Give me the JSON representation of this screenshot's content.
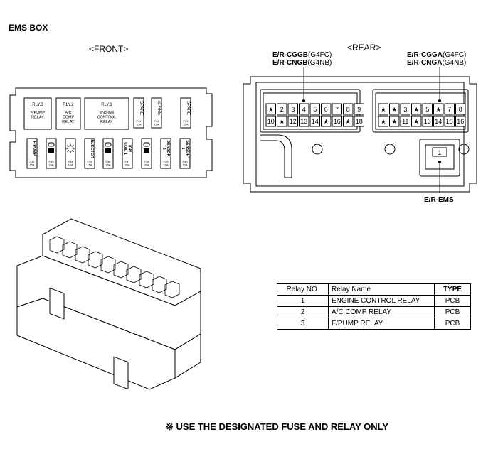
{
  "title": "EMS BOX",
  "front_label": "<FRONT>",
  "rear_label": "<REAR>",
  "front": {
    "relays": [
      {
        "id": "RLY.3",
        "name": "F/PUMP\nRELAY"
      },
      {
        "id": "RLY.2",
        "name": "A/C\nCOMP\nRELAY"
      },
      {
        "id": "RLY.1",
        "name": "ENGINE\nCONTROL\nRELAY"
      }
    ],
    "top_fuses": [
      {
        "name": "SPARE",
        "code": "F41\n10A"
      },
      {
        "name": "SPARE",
        "code": "F42\n15A"
      },
      {
        "name": "SPARE",
        "code": "F43\n20A"
      }
    ],
    "bottom_fuses": [
      {
        "name": "F/PUMP",
        "code": "F32\n15A"
      },
      {
        "name": "",
        "code": "F33\n10A",
        "icon": "ecu-icon"
      },
      {
        "name": "",
        "code": "F34\n10A",
        "icon": "ac-fan-icon"
      },
      {
        "name": "INJECTOR",
        "code": "F35\n15A"
      },
      {
        "name": "",
        "code": "F36\n15A",
        "icon": "ecu-icon"
      },
      {
        "name": "IGN\nCOIL 1",
        "code": "F37\n20A"
      },
      {
        "name": "",
        "code": "F38\n20A",
        "icon": "ecu-icon"
      },
      {
        "name": "SENSOR\n2",
        "code": "F39\n10A"
      },
      {
        "name": "SENSOR\n1",
        "code": "F40\n10A"
      }
    ]
  },
  "rear": {
    "left_label_a": "E/R-CGGB",
    "left_label_a_sub": "(G4FC)",
    "left_label_b": "E/R-CNGB",
    "left_label_b_sub": "(G4NB)",
    "right_label_a": "E/R-CGGA",
    "right_label_a_sub": "(G4FC)",
    "right_label_b": "E/R-CNGA",
    "right_label_b_sub": "(G4NB)",
    "bottom_label": "E/R-EMS",
    "ems_pin": "1",
    "left_row1": [
      "★",
      "2",
      "3",
      "4",
      "5",
      "6",
      "7",
      "8",
      "9"
    ],
    "left_row2": [
      "10",
      "★",
      "12",
      "13",
      "14",
      "★",
      "16",
      "★",
      "18"
    ],
    "right_row1": [
      "★",
      "★",
      "3",
      "★",
      "5",
      "★",
      "7",
      "8"
    ],
    "right_row2": [
      "★",
      "★",
      "11",
      "★",
      "13",
      "14",
      "15",
      "16"
    ]
  },
  "table": {
    "headers": [
      "Relay NO.",
      "Relay Name",
      "TYPE"
    ],
    "rows": [
      [
        "1",
        "ENGINE CONTROL RELAY",
        "PCB"
      ],
      [
        "2",
        "A/C COMP RELAY",
        "PCB"
      ],
      [
        "3",
        "F/PUMP RELAY",
        "PCB"
      ]
    ]
  },
  "note": "※ USE THE DESIGNATED FUSE AND RELAY ONLY"
}
